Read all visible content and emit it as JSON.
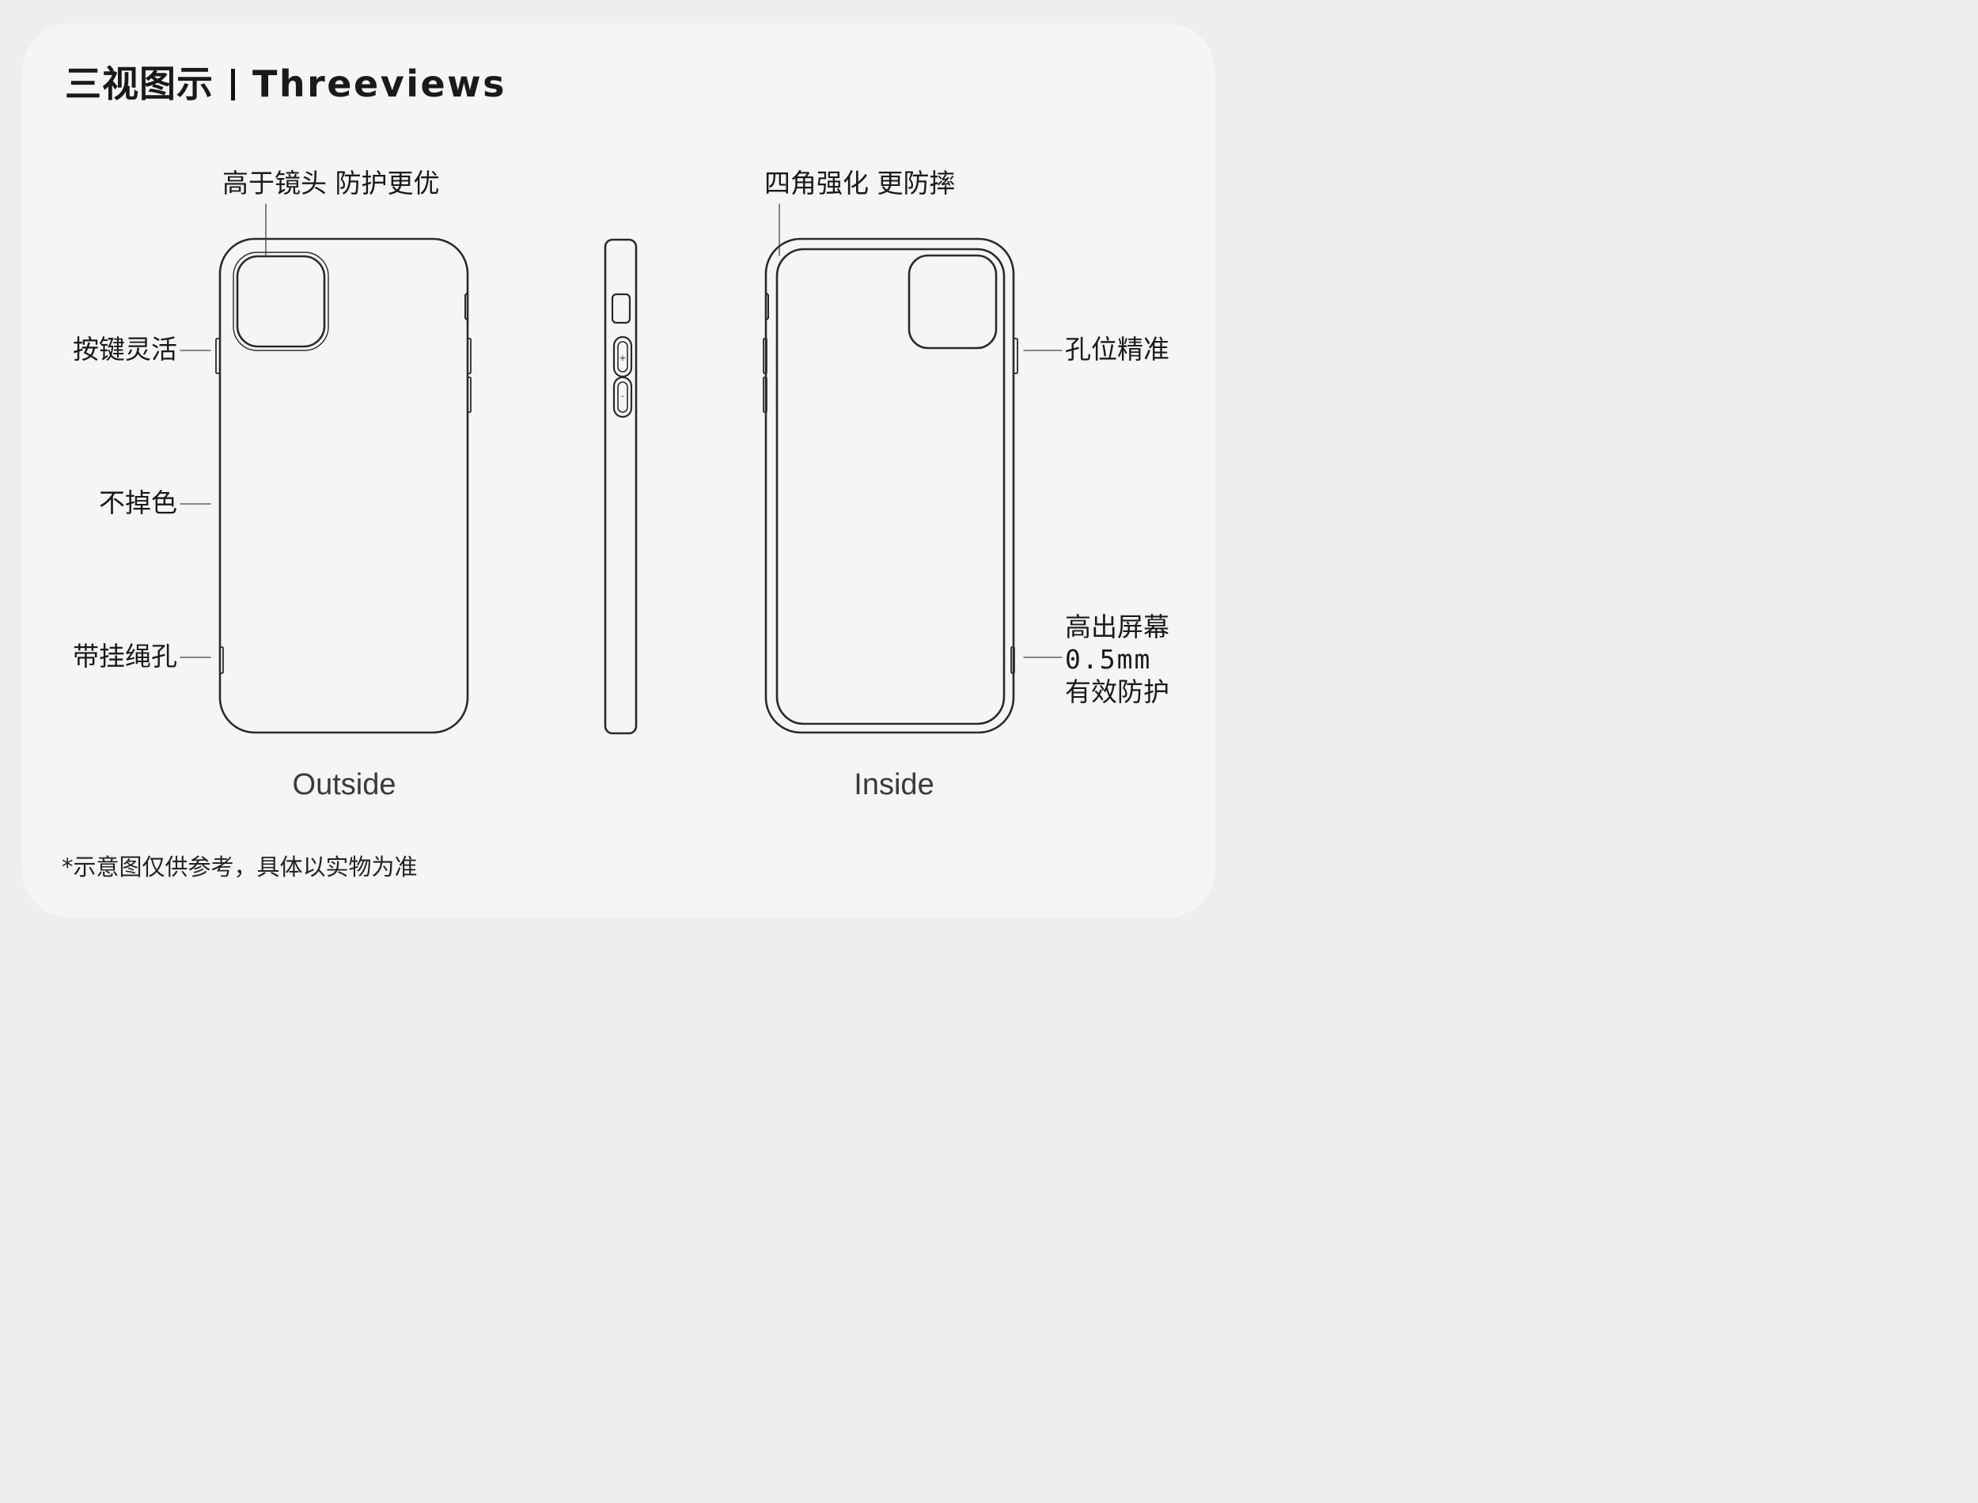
{
  "title": {
    "zh": "三视图示",
    "en": "Threeviews"
  },
  "callouts": {
    "camera": "高于镜头 防护更优",
    "corners": "四角强化 更防摔",
    "buttons": "按键灵活",
    "color": "不掉色",
    "lanyard": "带挂绳孔",
    "holes": "孔位精准",
    "screen_line1": "高出屏幕",
    "screen_line2": "0.5mm",
    "screen_line3": "有效防护"
  },
  "views": {
    "outside": "Outside",
    "inside": "Inside"
  },
  "side_buttons": {
    "plus": "+",
    "minus": "-"
  },
  "footnote": "*示意图仅供参考，具体以实物为准"
}
